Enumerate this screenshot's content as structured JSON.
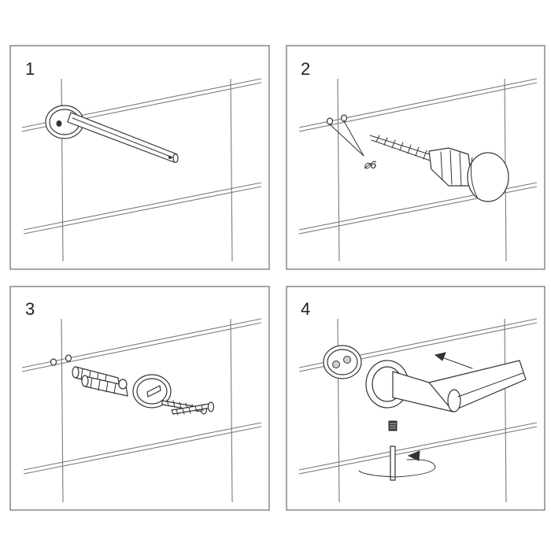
{
  "panels": [
    {
      "step": "1"
    },
    {
      "step": "2",
      "drill_diameter": "⌀6"
    },
    {
      "step": "3"
    },
    {
      "step": "4"
    }
  ]
}
